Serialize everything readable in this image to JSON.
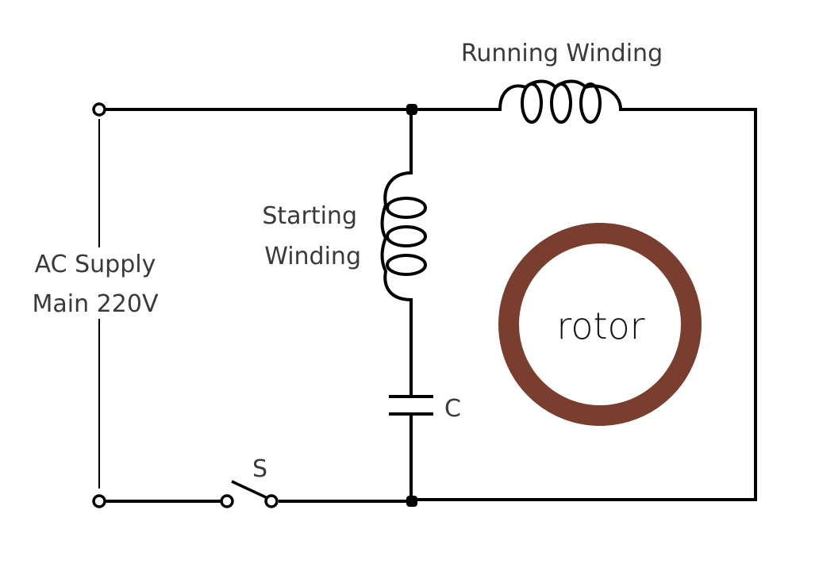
{
  "labels": {
    "running_winding": "Running Winding",
    "starting_winding_line1": "Starting",
    "starting_winding_line2": "Winding",
    "supply_line1": "AC Supply",
    "supply_line2": "Main 220V",
    "capacitor": "C",
    "switch": "S",
    "rotor": "rotor"
  },
  "colors": {
    "rotor_ring": "#7a3e2e",
    "wire": "#000000"
  }
}
